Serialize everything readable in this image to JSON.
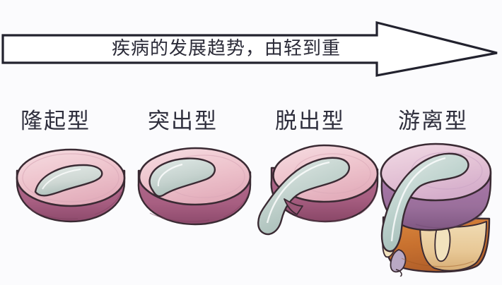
{
  "banner": {
    "text": "疾病的发展趋势，由轻到重",
    "shape": "right-arrow",
    "outline_color": "#22222e",
    "fill_color": "#ffffff"
  },
  "background_color": "#fbfbfd",
  "stages": [
    {
      "label": "隆起型",
      "name": "bulging-disc",
      "figure_name": "disc-bulging-illustration"
    },
    {
      "label": "突出型",
      "name": "protruding-disc",
      "figure_name": "disc-protrusion-illustration"
    },
    {
      "label": "脱出型",
      "name": "extruded-disc",
      "figure_name": "disc-extrusion-illustration"
    },
    {
      "label": "游离型",
      "name": "sequestered-disc",
      "figure_name": "disc-sequestration-illustration"
    }
  ],
  "palette": {
    "disc_top": "#eec4cd",
    "disc_top_light": "#f4d6dc",
    "disc_side": "#a85f82",
    "disc_side_dark": "#8d4a6c",
    "nucleus": "#cfd8d4",
    "nucleus_shade": "#a9bdb8",
    "outline": "#3a2a33",
    "vertebra_orange": "#c8712f",
    "vertebra_tan": "#e8c896",
    "vertebra_light": "#f0dcb4",
    "disc_purple": "#9a6f9b"
  }
}
